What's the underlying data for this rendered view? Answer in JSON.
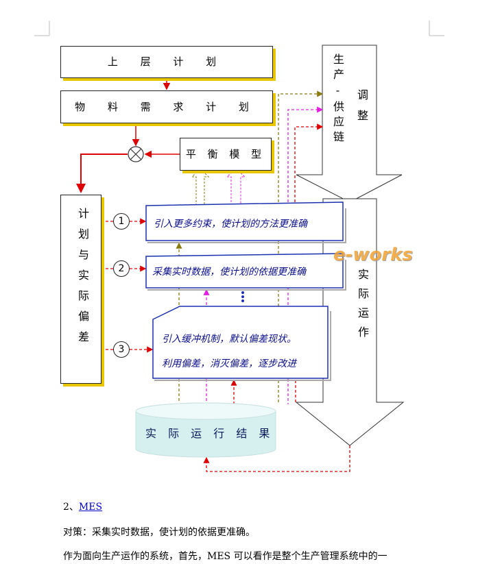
{
  "diagram": {
    "upper_plan": "上 层 计 划",
    "material_plan": "物 料 需 求 计 划",
    "balance_model": "平 衡 模 型",
    "supply_chain_label": "生产-供应链",
    "adjust_label": "调整",
    "plan_and_deviation": "计划与实际偏差",
    "actual_operation": "实际运作",
    "circle_1": "1",
    "circle_2": "2",
    "circle_3": "3",
    "box1_text": "引入更多约束，使计划的方法更准确",
    "box2_text": "采集实时数据，使计划的依据更准确",
    "box3_line1": "引入缓冲机制，默认偏差现状。",
    "box3_line2": "利用偏差，消灭偏差，逐步改进",
    "result_label": "实 际 运 行 结 果",
    "watermark": "e-works"
  },
  "body_text": {
    "section_number": "2、",
    "section_link": "MES",
    "line1": "对策：采集实时数据，使计划的依据更准确。",
    "line2": "作为面向生产运作的系统，首先，MES 可以看作是整个生产管理系统中的一"
  }
}
